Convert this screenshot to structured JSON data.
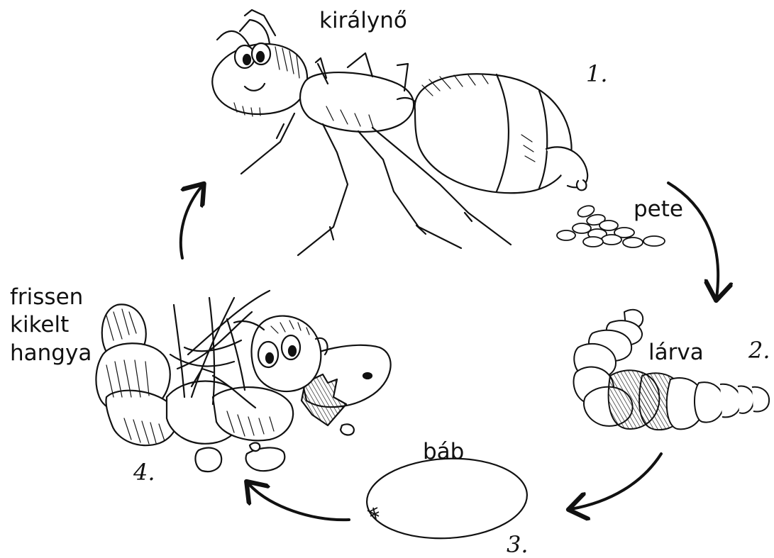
{
  "labels": {
    "queen": "királynő",
    "egg": "pete",
    "larva": "lárva",
    "pupa": "báb",
    "newly_hatched_line1": "frissen",
    "newly_hatched_line2": "kikelt",
    "newly_hatched_line3": "hangya"
  },
  "stage_numbers": {
    "one": "1.",
    "two": "2.",
    "three": "3.",
    "four": "4."
  },
  "colors": {
    "ink": "#111111",
    "paper": "#ffffff"
  }
}
